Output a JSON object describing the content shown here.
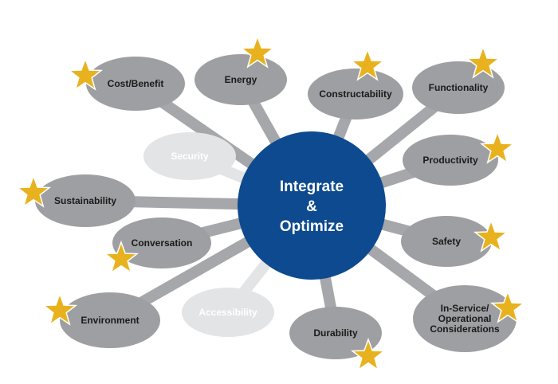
{
  "colors": {
    "hub": "#0d4a8f",
    "node": "#9d9fa2",
    "node_dim": "#e3e4e5",
    "spoke": "#a5a7aa",
    "spoke_dim": "#e3e4e5",
    "star": "#e8b21e",
    "star_stroke": "#ffffff"
  },
  "center": {
    "lines": [
      "Integrate",
      "&",
      "Optimize"
    ]
  },
  "nodes": [
    {
      "id": "cost-benefit",
      "lines": [
        "Cost/Benefit"
      ],
      "star": true,
      "dimmed": false
    },
    {
      "id": "energy",
      "lines": [
        "Energy"
      ],
      "star": true,
      "dimmed": false
    },
    {
      "id": "constructability",
      "lines": [
        "Constructability"
      ],
      "star": true,
      "dimmed": false
    },
    {
      "id": "functionality",
      "lines": [
        "Functionality"
      ],
      "star": true,
      "dimmed": false
    },
    {
      "id": "security",
      "lines": [
        "Security"
      ],
      "star": false,
      "dimmed": true
    },
    {
      "id": "productivity",
      "lines": [
        "Productivity"
      ],
      "star": true,
      "dimmed": false
    },
    {
      "id": "sustainability",
      "lines": [
        "Sustainability"
      ],
      "star": true,
      "dimmed": false
    },
    {
      "id": "safety",
      "lines": [
        "Safety"
      ],
      "star": true,
      "dimmed": false
    },
    {
      "id": "conversation",
      "lines": [
        "Conversation"
      ],
      "star": true,
      "dimmed": false
    },
    {
      "id": "accessibility",
      "lines": [
        "Accessibility"
      ],
      "star": false,
      "dimmed": true
    },
    {
      "id": "environment",
      "lines": [
        "Environment"
      ],
      "star": true,
      "dimmed": false
    },
    {
      "id": "durability",
      "lines": [
        "Durability"
      ],
      "star": true,
      "dimmed": false
    },
    {
      "id": "in-service",
      "lines": [
        "In-Service/",
        "Operational",
        "Considerations"
      ],
      "star": true,
      "dimmed": false
    }
  ]
}
